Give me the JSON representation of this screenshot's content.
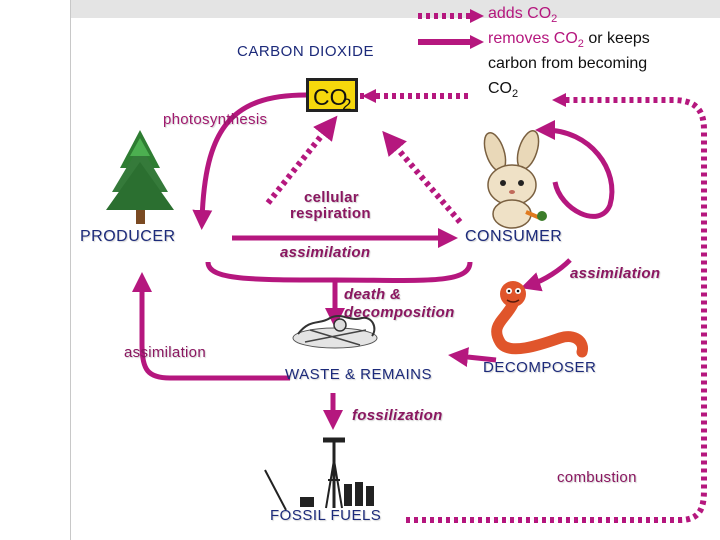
{
  "legend": {
    "adds_label": "adds CO",
    "adds_sub": "2",
    "removes_prefix": "removes CO",
    "removes_sub": "2",
    "removes_rest_1": " or keeps",
    "removes_rest_2": "carbon from becoming",
    "removes_rest_3": "CO",
    "removes_rest_3_sub": "2"
  },
  "nodes": {
    "carbon_dioxide": "CARBON DIOXIDE",
    "co2_box_text": "CO",
    "co2_box_sub": "2",
    "producer": "PRODUCER",
    "consumer": "CONSUMER",
    "waste": "WASTE & REMAINS",
    "decomposer": "DECOMPOSER",
    "fossil_fuels": "FOSSIL FUELS"
  },
  "processes": {
    "photosynthesis": "photosynthesis",
    "cellular_respiration_1": "cellular",
    "cellular_respiration_2": "respiration",
    "assimilation_center": "assimilation",
    "assimilation_right": "assimilation",
    "assimilation_left": "assimilation",
    "death_1": "death &",
    "death_2": "decomposition",
    "fossilization": "fossilization",
    "combustion": "combustion"
  },
  "colors": {
    "arrow": "#b5177e",
    "co2_box": "#f6d80c",
    "node_text": "#1c2a7a",
    "process_text": "#8a1760"
  },
  "icons": [
    "tree-icon",
    "bunny-icon",
    "worm-icon",
    "bones-icon",
    "oil-derrick-icon"
  ]
}
